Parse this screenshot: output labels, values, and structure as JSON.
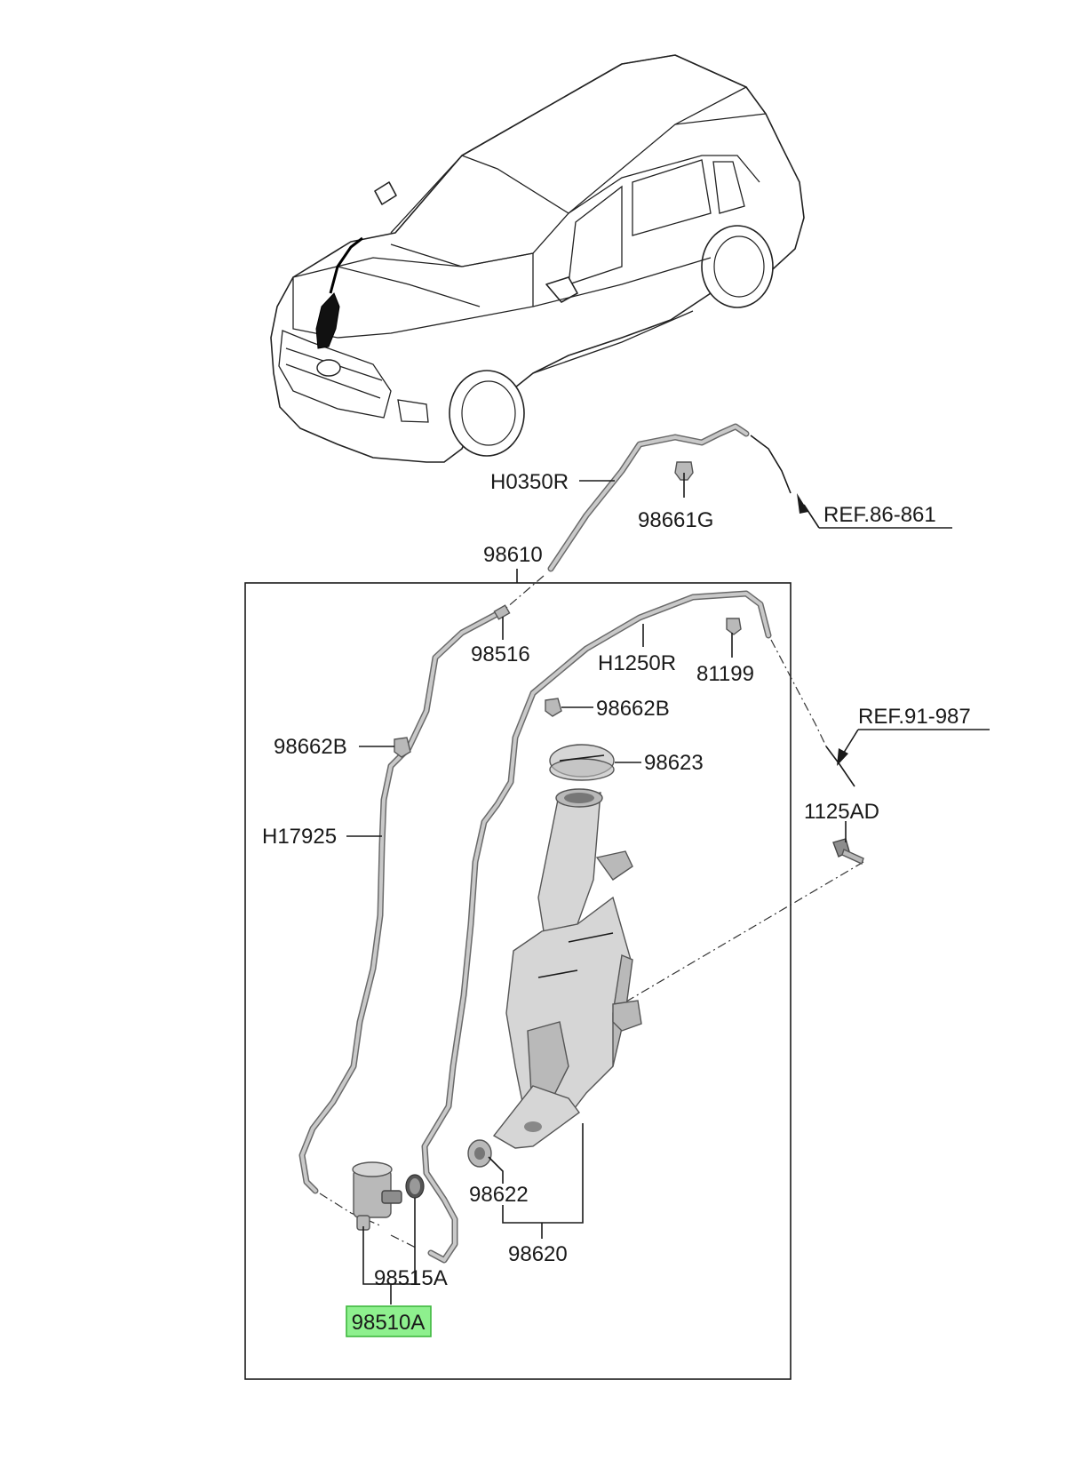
{
  "labels": {
    "h0350r": "H0350R",
    "p98661g": "98661G",
    "ref86": "REF.86-861",
    "p98610": "98610",
    "p98516": "98516",
    "h1250r": "H1250R",
    "p81199": "81199",
    "p98662b_right": "98662B",
    "ref91": "REF.91-987",
    "p98662b_left": "98662B",
    "p98623": "98623",
    "p1125ad": "1125AD",
    "h17925": "H17925",
    "p98622": "98622",
    "p98620": "98620",
    "p98515a": "98515A",
    "p98510a": "98510A"
  },
  "highlight": {
    "part": "98510A",
    "color": "#8ef08e",
    "border_color": "#3fb83f"
  }
}
